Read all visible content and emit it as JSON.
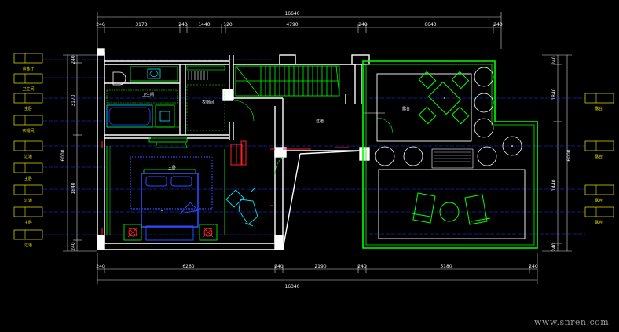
{
  "dimensions": {
    "top_overall": "16640",
    "top_segments": [
      "240",
      "3170",
      "240",
      "1440",
      "120",
      "4790",
      "240",
      "6640",
      "240"
    ],
    "bottom_overall": "16340",
    "bottom_segments": [
      "240",
      "6260",
      "240",
      "2190",
      "240",
      "5180",
      "240"
    ],
    "left_overall": "6000",
    "left_segments": [
      "240",
      "3170",
      "1840",
      "240"
    ],
    "right_overall": "6000",
    "right_segments": [
      "240",
      "1840",
      "1440",
      "240"
    ]
  },
  "rooms": {
    "bath": "卫生间",
    "closet": "衣帽间",
    "bedroom": "主卧",
    "hall": "过道",
    "terrace": "露台"
  },
  "left_tags": [
    "会客厅",
    "卫生间",
    "主卧",
    "衣帽间",
    "过道",
    "主卧",
    "过道",
    "主卧",
    "过道"
  ],
  "right_tags": [
    "露台",
    "露台",
    "露台",
    "露台"
  ],
  "colors": {
    "wall": "#ffffff",
    "dimension": "#ffffff",
    "furniture_green": "#00ff00",
    "furniture_cyan": "#00e5ff",
    "furniture_blue": "#2a4bff",
    "axis_blue": "#1f3dff",
    "accent_red": "#ff2020",
    "tag_yellow": "#e8e800",
    "terrace_green": "#00ff00"
  },
  "watermark": "www.snren.com"
}
